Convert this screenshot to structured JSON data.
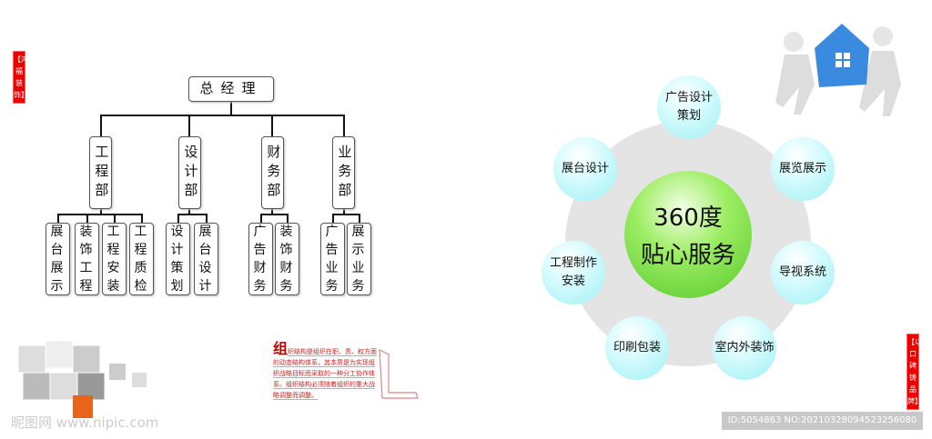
{
  "side_tags": {
    "left": "【鸿福装饰】",
    "right": "【以口碑铸品牌】"
  },
  "org": {
    "top": "总经理",
    "departments": [
      {
        "name": "工程部",
        "subs": [
          "展台展示",
          "装饰工程",
          "工程安装",
          "工程质检"
        ]
      },
      {
        "name": "设计部",
        "subs": [
          "设计策划",
          "展台设计"
        ]
      },
      {
        "name": "财务部",
        "subs": [
          "广告财务",
          "装饰财务"
        ]
      },
      {
        "name": "业务部",
        "subs": [
          "广告业务",
          "展示业务"
        ]
      }
    ]
  },
  "service": {
    "center_line1": "360度",
    "center_line2": "贴心服务",
    "items": [
      "广告设计策划",
      "展览展示",
      "导视系统",
      "室内外装饰",
      "印刷包装",
      "工程制作安装",
      "展台设计"
    ],
    "colors": {
      "center": "#7ee04a",
      "bubble": "#b8f6fa",
      "ring": "#e2e2e2"
    }
  },
  "note": {
    "first": "组",
    "text": "织结构是组织在职、责、权方面的动态结构体系，其本质是为实现组织战略目标而采取的一种分工协作体系。组织结构必须随着组织的重大战略调整而调整。"
  },
  "watermark": {
    "left": "昵图网 www.nipic.com",
    "right": "ID:5054863 NO:20210328094523256080"
  }
}
